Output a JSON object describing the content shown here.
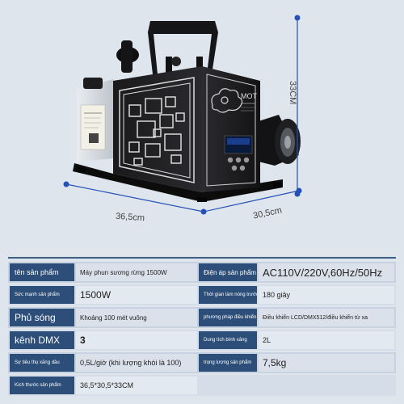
{
  "dimensions": {
    "height": "33CM",
    "width": "36,5cm",
    "depth": "30,5cm"
  },
  "colors": {
    "label_bg": "#2c4e78",
    "row_bg": "#c6d2df",
    "guide": "#2450b8"
  },
  "specs": [
    {
      "left_label": "tên sản phẩm",
      "left_value": "Máy phun sương rừng 1500W",
      "right_label": "Điện áp sản phẩm",
      "right_value": "AC110V/220V,60Hz/50Hz"
    },
    {
      "left_label": "Sức mạnh sản phẩm",
      "left_value": "1500W",
      "right_label": "Thời gian làm nóng trước",
      "right_value": "180 giây"
    },
    {
      "left_label": "Phủ sóng",
      "left_value": "Khoảng 100 mét vuông",
      "right_label": "phương pháp điều khiển",
      "right_value": "Điều khiển LCD/DMX512/điều khiển từ xa"
    },
    {
      "left_label": "kênh DMX",
      "left_value": "3",
      "right_label": "Dung tích bình xăng",
      "right_value": "2L"
    },
    {
      "left_label": "Sự tiêu thụ xăng dầu",
      "left_value": "0,5L/giờ (khi lượng khói là 100)",
      "right_label": "trọng lượng sản phẩm",
      "right_value": "7,5kg"
    },
    {
      "left_label": "Kích thước sản phẩm",
      "left_value": "36,5*30,5*33CM"
    }
  ]
}
